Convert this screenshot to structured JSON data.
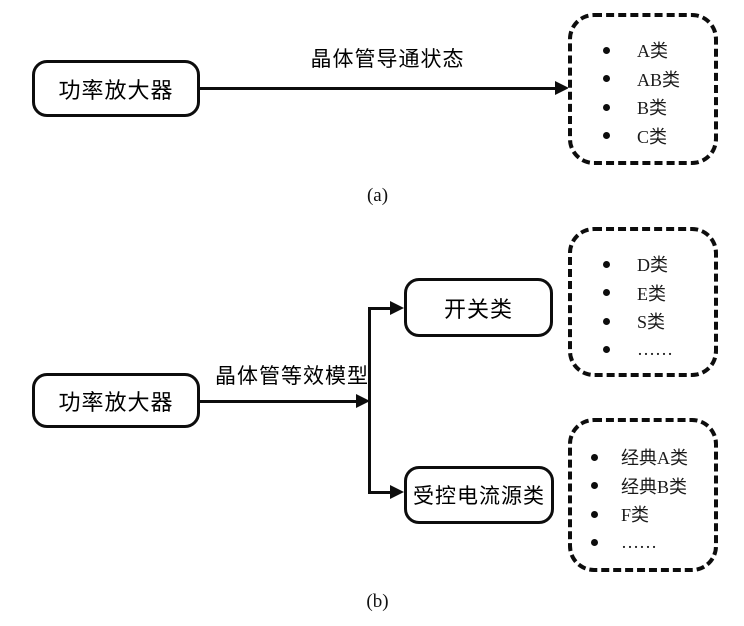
{
  "colors": {
    "ink": "#0d0d0d",
    "background": "#ffffff"
  },
  "diagram_a": {
    "source_node": "功率放大器",
    "edge_label": "晶体管导通状态",
    "items": [
      "A类",
      "AB类",
      "B类",
      "C类"
    ],
    "caption": "(a)"
  },
  "diagram_b": {
    "source_node": "功率放大器",
    "edge_label": "晶体管等效模型",
    "branch_switch": {
      "node": "开关类",
      "items": [
        "D类",
        "E类",
        "S类",
        "……"
      ]
    },
    "branch_ccs": {
      "node": "受控电流源类",
      "items": [
        "经典A类",
        "经典B类",
        "F类",
        "……"
      ]
    },
    "caption": "(b)"
  }
}
